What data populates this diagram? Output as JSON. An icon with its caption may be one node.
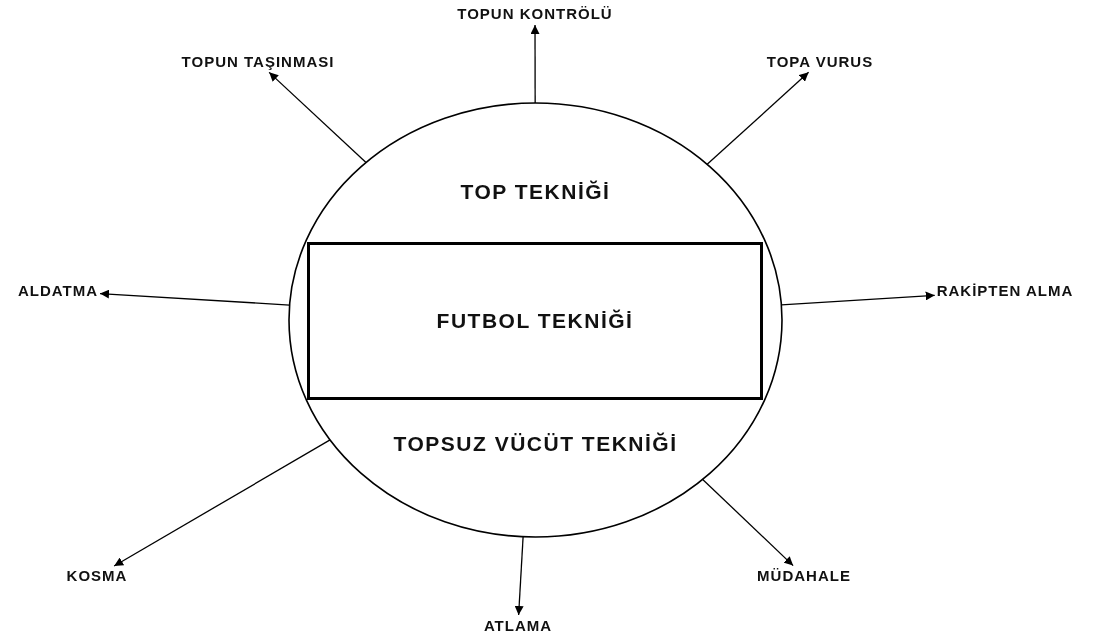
{
  "diagram": {
    "nodes": [
      {
        "text": [
          "TOP TEKNİĞİ",
          "TOPSUZ VÜCÜT TEKNİĞİ"
        ]
      },
      {
        "text": [
          "FUTBOL TEKNİĞİ"
        ],
        "in": 0
      },
      {
        "text": [
          "TOPUN KONTRÖLÜ"
        ]
      },
      {
        "text": [
          "TOPUN TAŞINMASI"
        ]
      },
      {
        "text": [
          "TOPA VURUS"
        ]
      },
      {
        "text": [
          "ALDATMA"
        ]
      },
      {
        "text": [
          "RAKİPTEN ALMA"
        ]
      },
      {
        "text": [
          "KOSMA"
        ]
      },
      {
        "text": [
          "MÜDAHALE"
        ]
      },
      {
        "text": [
          "ATLAMA"
        ]
      }
    ],
    "edges": [
      {
        "from": 0,
        "to": 2,
        "arrow": "to"
      },
      {
        "from": 0,
        "to": 3,
        "arrow": "to"
      },
      {
        "from": 0,
        "to": 4,
        "arrow": "to"
      },
      {
        "from": 0,
        "to": 5,
        "arrow": "to"
      },
      {
        "from": 0,
        "to": 6,
        "arrow": "to"
      },
      {
        "from": 0,
        "to": 7,
        "arrow": "to"
      },
      {
        "from": 0,
        "to": 8,
        "arrow": "to"
      },
      {
        "from": 0,
        "to": 9,
        "arrow": "to"
      }
    ]
  }
}
